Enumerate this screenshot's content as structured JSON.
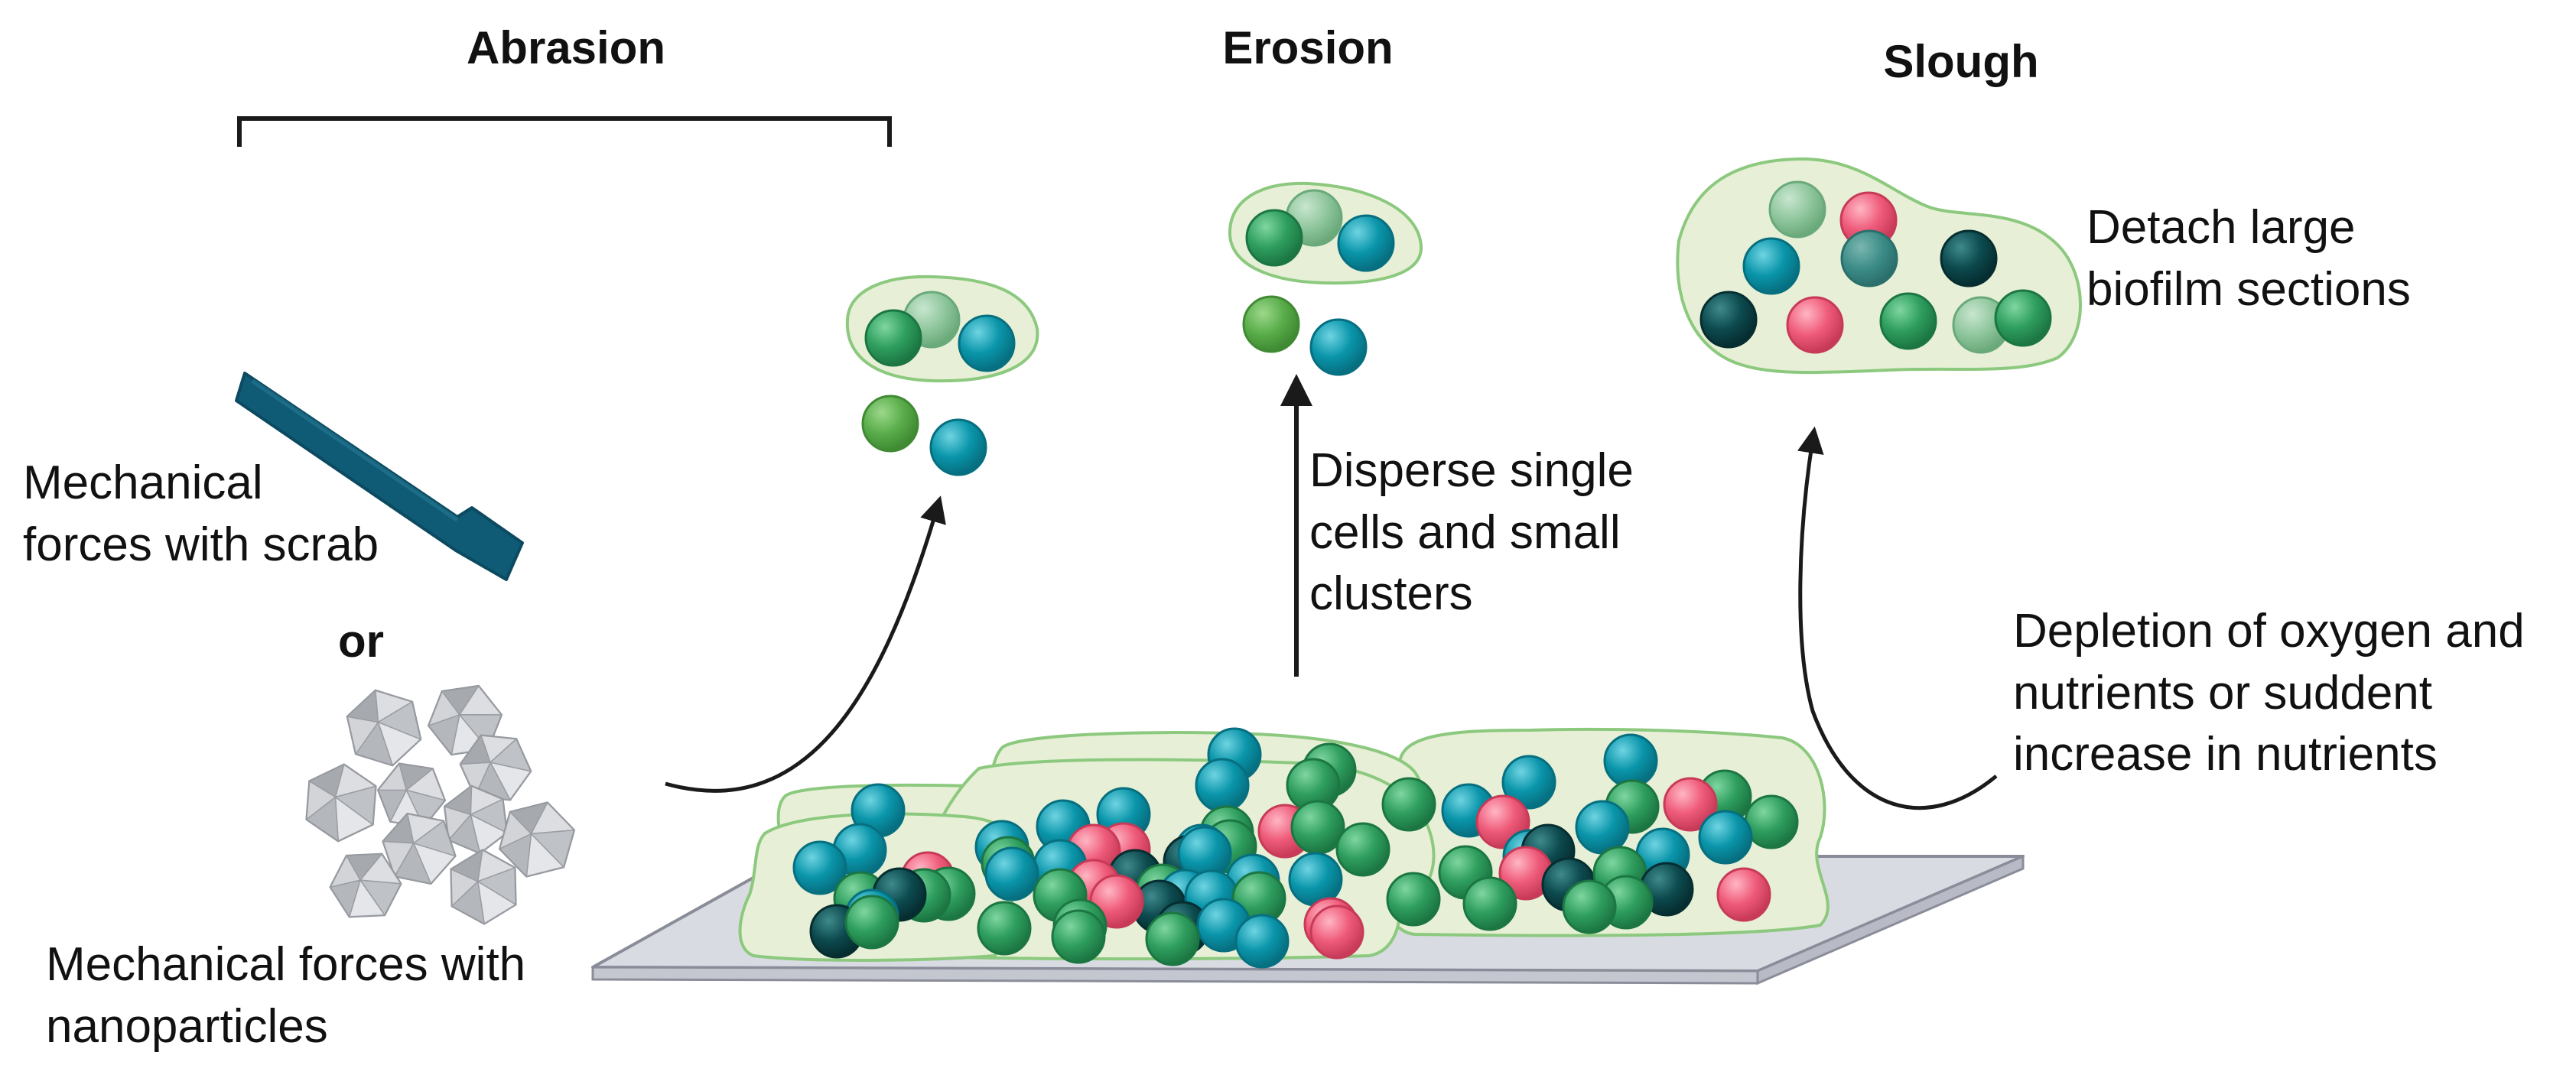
{
  "headings": {
    "abrasion": "Abrasion",
    "erosion": "Erosion",
    "slough": "Slough"
  },
  "abrasion": {
    "scrub_label": [
      "Mechanical",
      "forces with scrab"
    ],
    "or_label": "or",
    "nanoparticle_label": [
      "Mechanical forces with",
      "nanoparticles"
    ]
  },
  "erosion": {
    "label": [
      "Disperse single",
      "cells and small",
      "clusters"
    ]
  },
  "slough": {
    "label": [
      "Detach large",
      "biofilm sections"
    ],
    "cause_label": [
      "Depletion of oxygen and",
      "nutrients or suddent",
      "increase in nutrients"
    ]
  },
  "colors": {
    "matrix_fill": "#e7f0d6",
    "matrix_stroke": "#8cc97f",
    "cell_green": "#2e9e5e",
    "cell_teal": "#0a95aa",
    "cell_pink": "#ef5b7a",
    "cell_dark": "#0c4a4e",
    "cell_light_green": "#8cc49a",
    "cell_grass": "#5aad4a",
    "tool": "#0f5a74",
    "surface_top": "#d9dbe2",
    "surface_edge": "#8a8d99",
    "nanoparticle": "#c9cbcf",
    "arrow": "#1a1a1a"
  }
}
